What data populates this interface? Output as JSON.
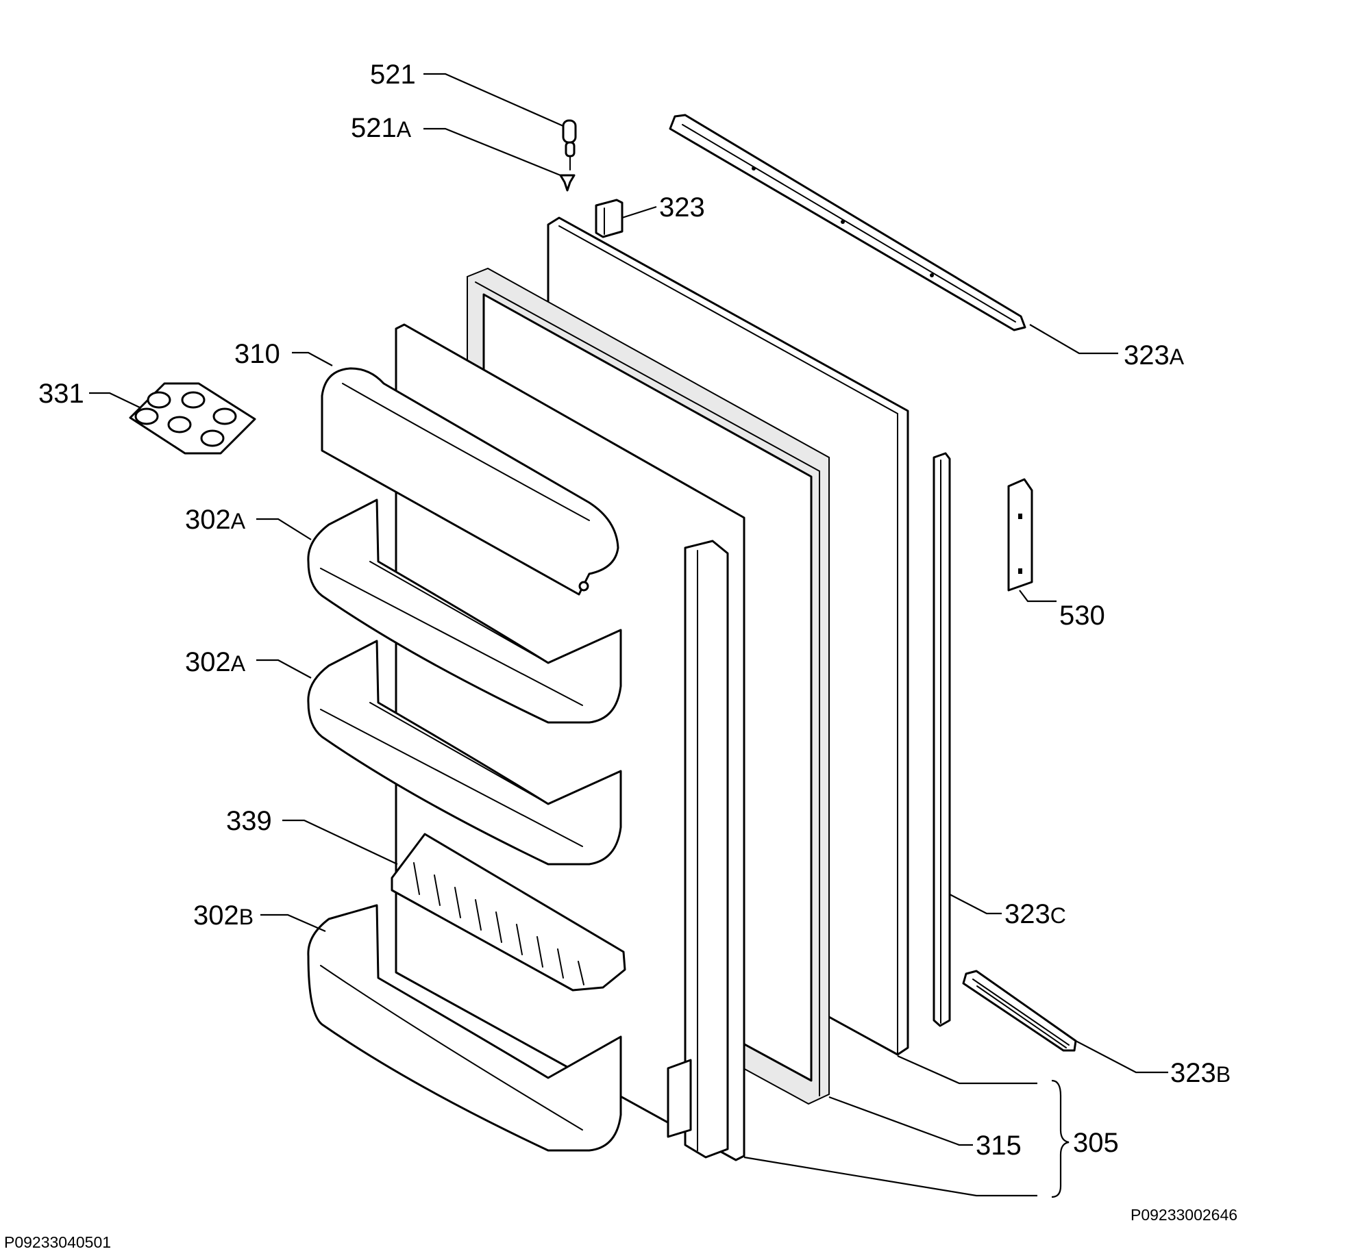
{
  "labels": {
    "p521": "521",
    "p521a_num": "521",
    "p521a_sfx": "A",
    "p323": "323",
    "p323a_num": "323",
    "p323a_sfx": "A",
    "p310": "310",
    "p331": "331",
    "p302a_top_num": "302",
    "p302a_top_sfx": "A",
    "p302a_mid_num": "302",
    "p302a_mid_sfx": "A",
    "p530": "530",
    "p339": "339",
    "p302b_num": "302",
    "p302b_sfx": "B",
    "p323c_num": "323",
    "p323c_sfx": "C",
    "p323b_num": "323",
    "p323b_sfx": "B",
    "p315": "315",
    "p305": "305"
  },
  "footer": {
    "code_left": "P09233040501",
    "code_right": "P09233002646"
  }
}
